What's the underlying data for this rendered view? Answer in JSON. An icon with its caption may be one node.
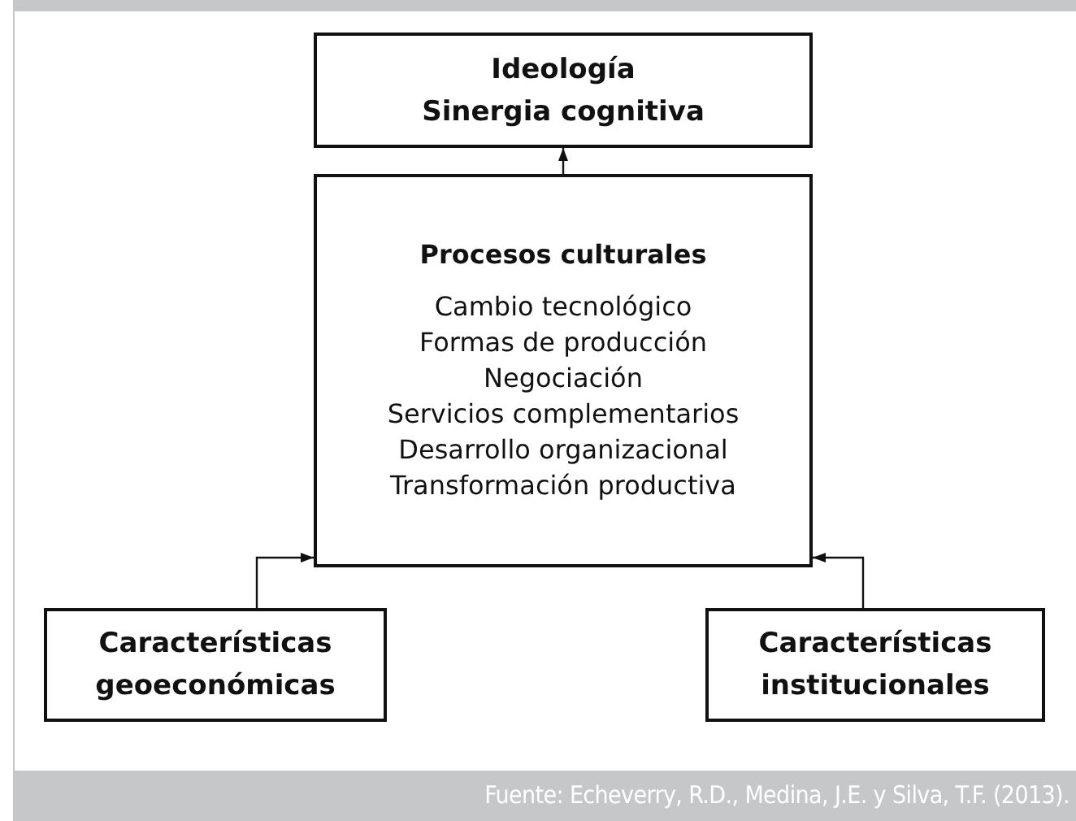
{
  "diagram": {
    "caption": "Fuente: Echeverry, R.D., Medina, J.E. y Silva, T.F. (2013).",
    "nodes": [
      {
        "text": [
          "Ideología",
          "Sinergia cognitiva"
        ]
      },
      {
        "text": [
          "Procesos culturales",
          "Cambio tecnológico",
          "Formas de producción",
          "Negociación",
          "Servicios complementarios",
          "Desarrollo organizacional",
          "Transformación productiva"
        ]
      },
      {
        "text": [
          "Características geoeconómicas"
        ]
      },
      {
        "text": [
          "Características institucionales"
        ]
      }
    ],
    "edges": [
      {
        "from": 1,
        "to": 0,
        "arrow": "to"
      },
      {
        "from": 2,
        "to": 1,
        "arrow": "to"
      },
      {
        "from": 3,
        "to": 1,
        "arrow": "to"
      }
    ]
  }
}
